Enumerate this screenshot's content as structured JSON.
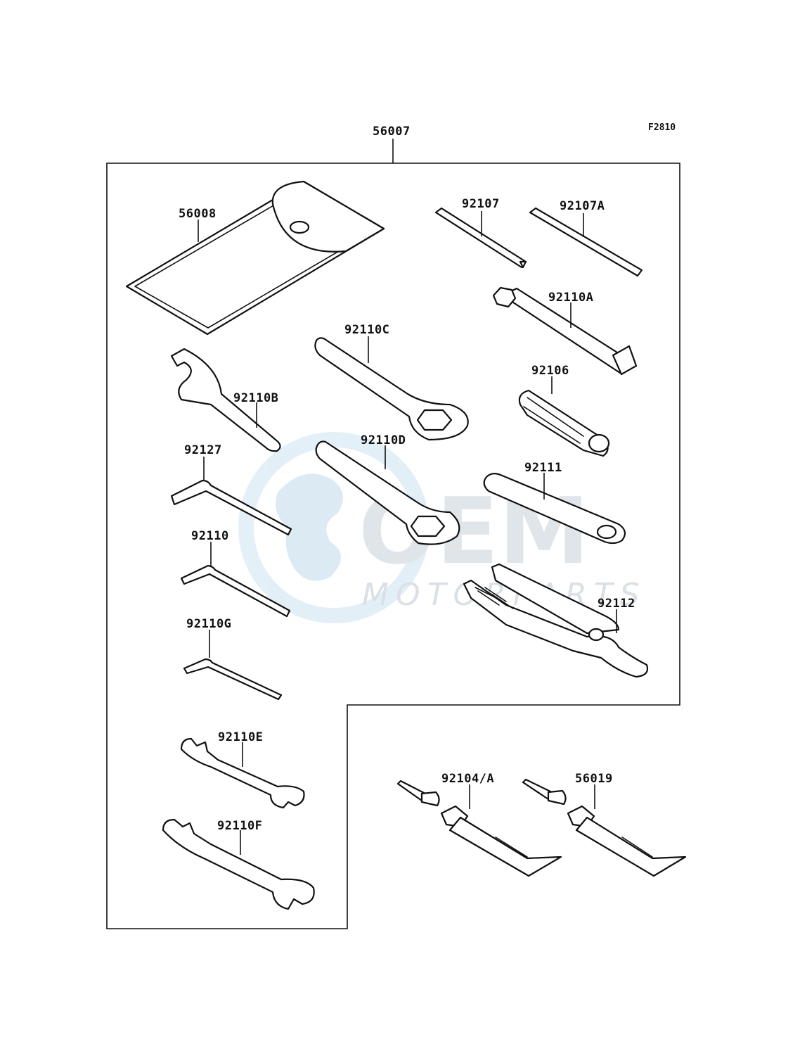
{
  "diagram_code": "F2810",
  "watermark": {
    "brand": "OEM",
    "sub": "MOTORPARTS"
  },
  "parts": {
    "kit": "56007",
    "bag": "56008",
    "driver_a": "92107",
    "driver_b": "92107A",
    "box_wrench_a": "92110A",
    "hook_wrench": "92110B",
    "ring_wrench_c": "92110C",
    "ring_wrench_d": "92110D",
    "socket": "92106",
    "hex_key_large": "92127",
    "hex_key_mid": "92110",
    "hex_key_small": "92110G",
    "handle": "92111",
    "pliers": "92112",
    "open_wrench_e": "92110E",
    "open_wrench_f": "92110F",
    "tube_a": "92104/A",
    "tube_b": "56019"
  }
}
